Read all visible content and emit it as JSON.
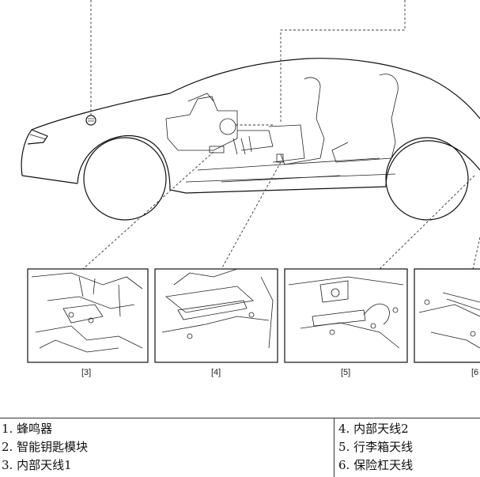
{
  "figures": [
    {
      "label": "[3]"
    },
    {
      "label": "[4]"
    },
    {
      "label": "[5]"
    },
    {
      "label": "[6"
    }
  ],
  "legend": {
    "left": [
      "1. 蜂鸣器",
      "2. 智能钥匙模块",
      "3. 内部天线1"
    ],
    "right": [
      "4. 内部天线2",
      "5. 行李箱天线",
      "6. 保险杠天线"
    ]
  }
}
